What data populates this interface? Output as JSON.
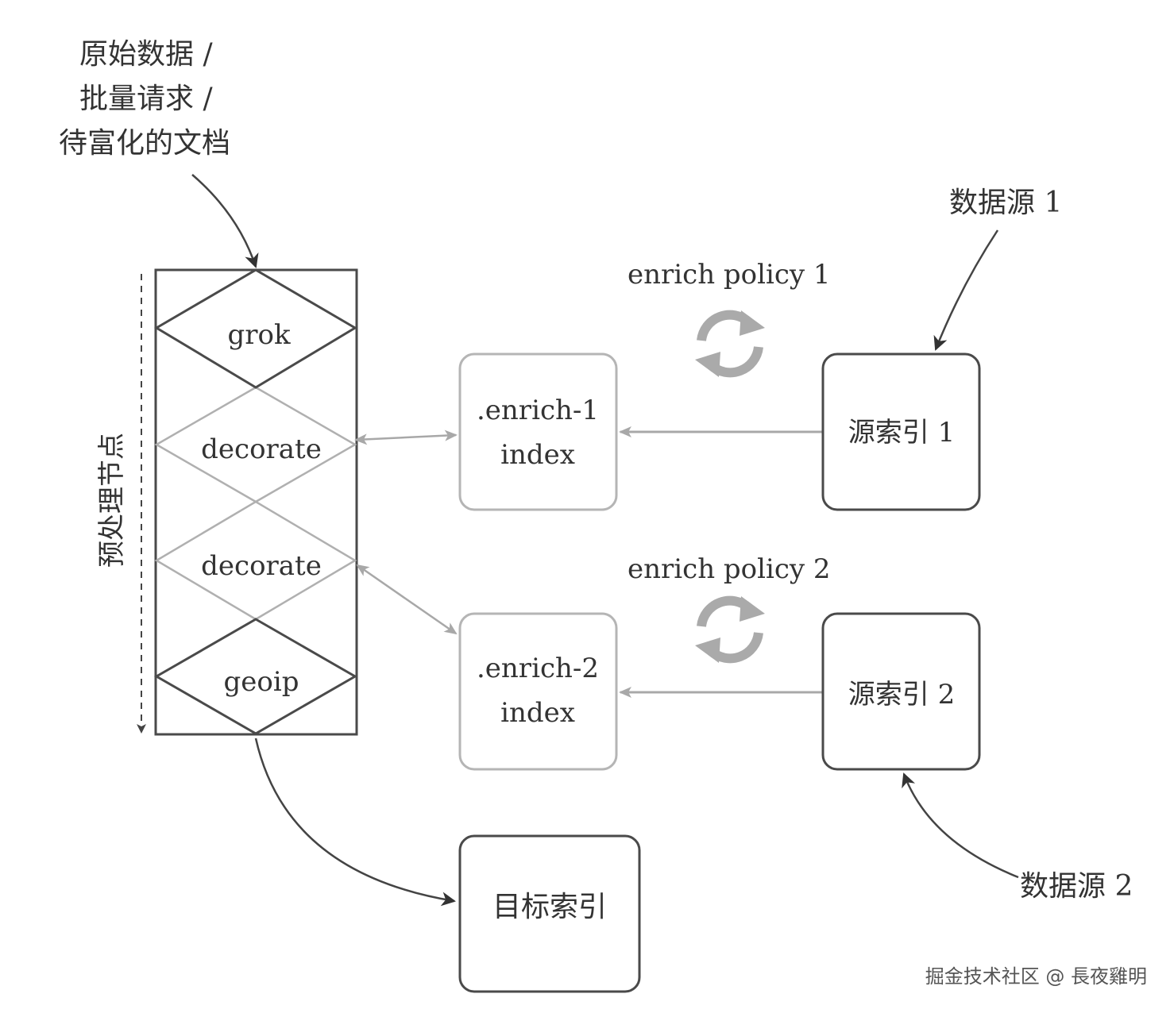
{
  "input_label": {
    "line1": "原始数据 /",
    "line2": "批量请求 /",
    "line3": "待富化的文档"
  },
  "pipeline": {
    "side_label": "预处理节点",
    "processors": [
      "grok",
      "decorate",
      "decorate",
      "geoip"
    ]
  },
  "enrich_indices": [
    {
      "line1": ".enrich-1",
      "line2": "index"
    },
    {
      "line1": ".enrich-2",
      "line2": "index"
    }
  ],
  "policies": [
    "enrich policy 1",
    "enrich policy 2"
  ],
  "source_indices": [
    "源索引 1",
    "源索引 2"
  ],
  "data_sources": [
    "数据源 1",
    "数据源 2"
  ],
  "target_index": "目标索引",
  "watermark": "掘金技术社区 @ 長夜雞明",
  "colors": {
    "dark_stroke": "#4a4a4a",
    "light_stroke": "#b0b0b0",
    "arrow": "#555555",
    "light_arrow": "#a8a8a8",
    "sync_icon": "#aaaaaa"
  },
  "icons": [
    "sync-icon",
    "sync-icon"
  ]
}
